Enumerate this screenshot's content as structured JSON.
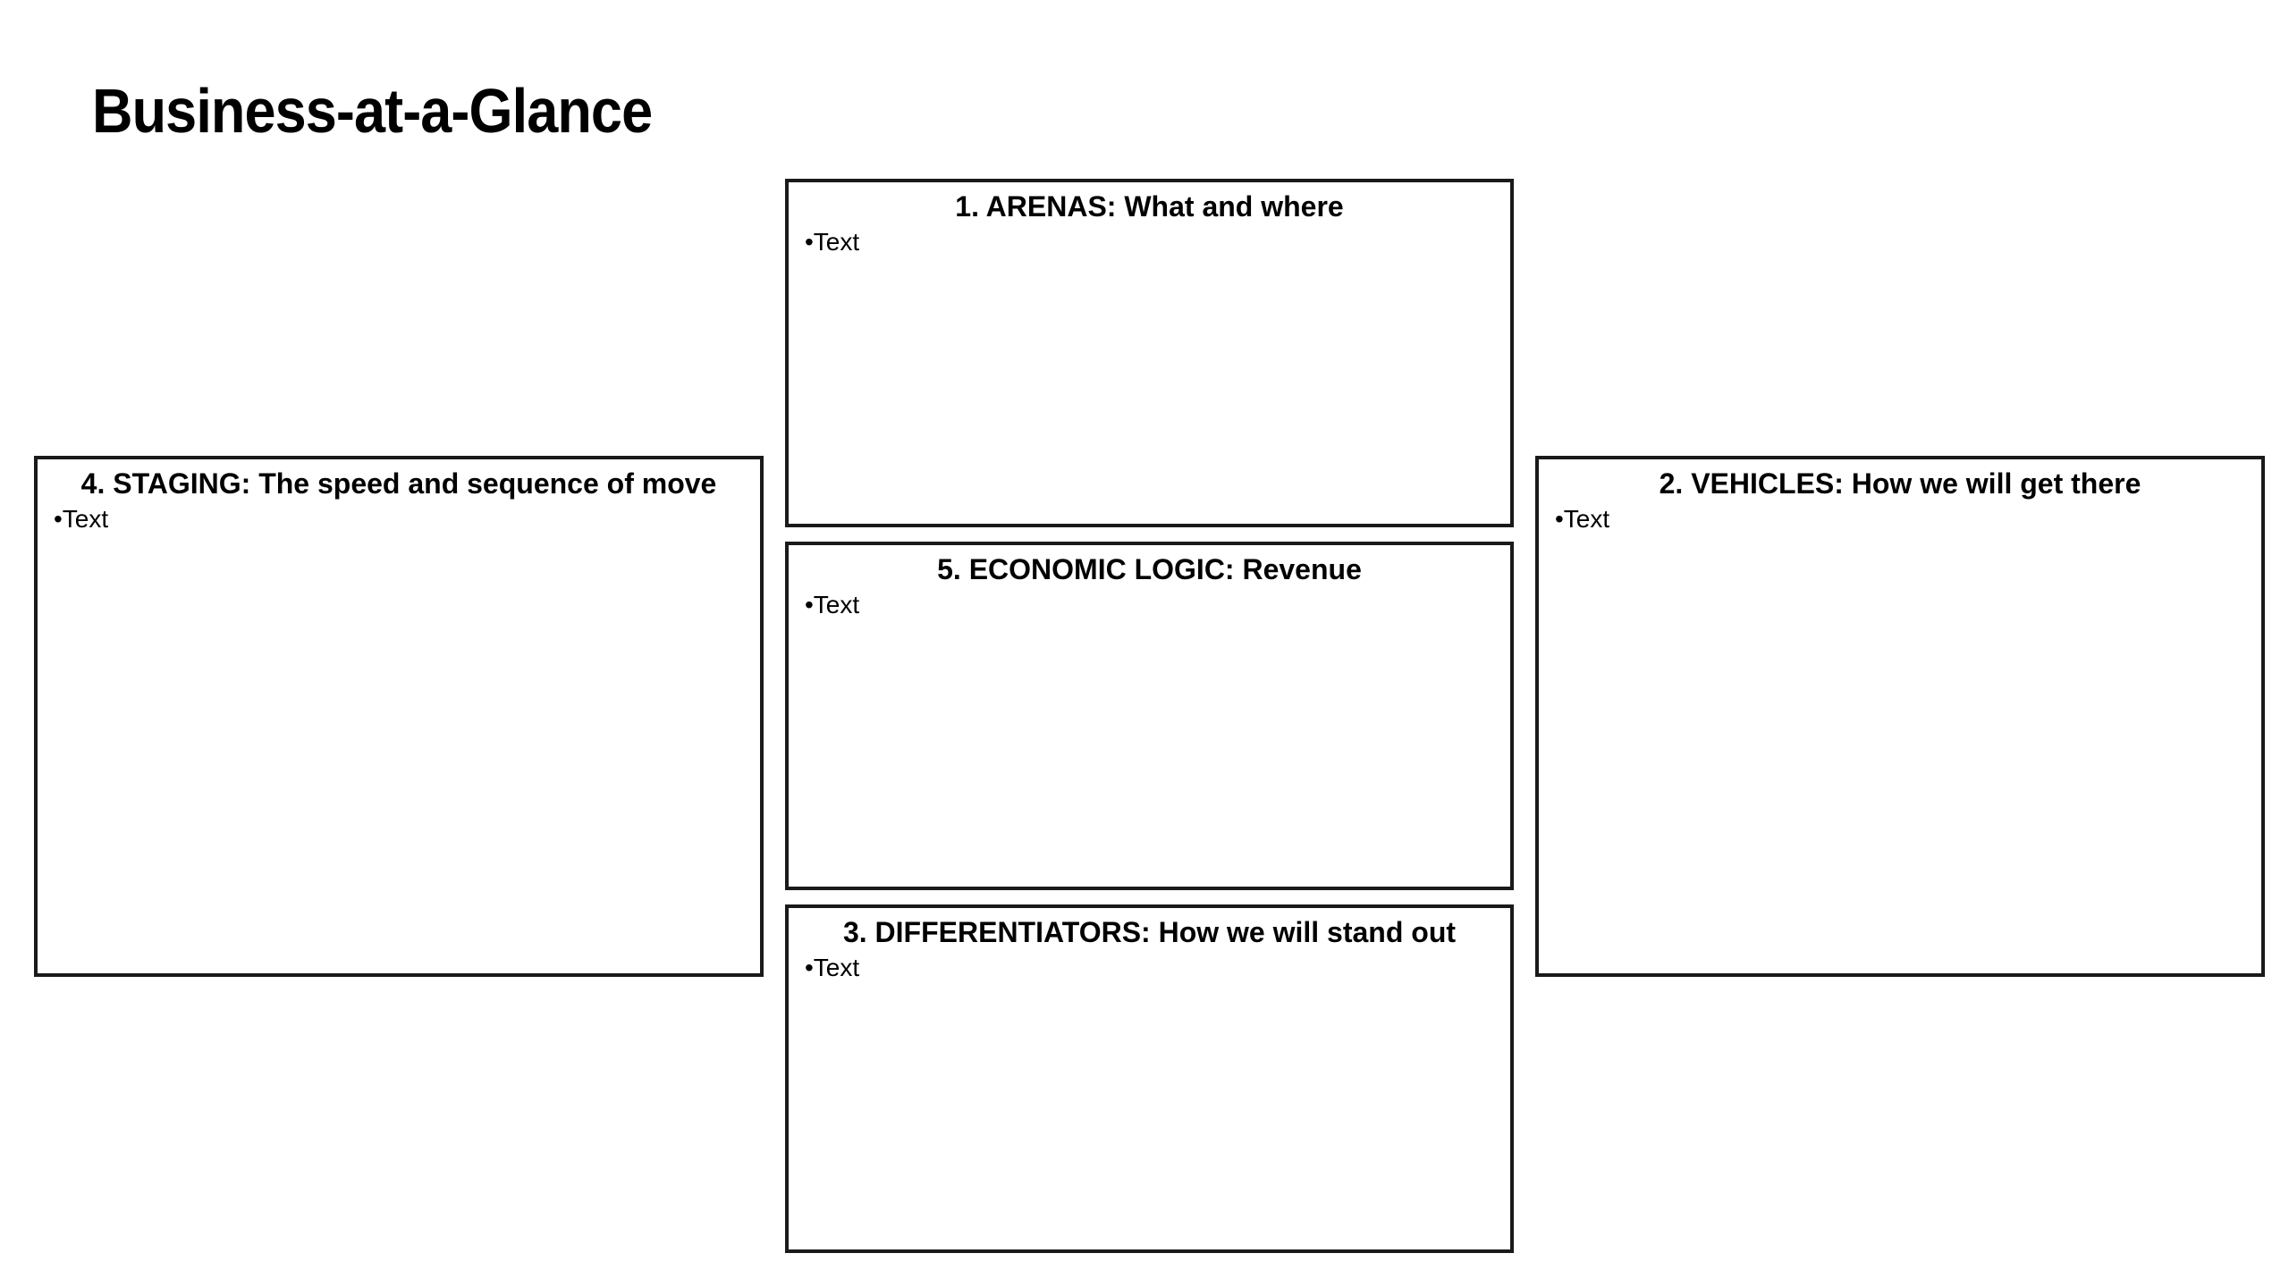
{
  "title": "Business-at-a-Glance",
  "boxes": {
    "arenas": {
      "heading": "1. ARENAS: What and where",
      "bullet": "•Text"
    },
    "vehicles": {
      "heading": "2. VEHICLES: How we will get there",
      "bullet": "•Text"
    },
    "differentiators": {
      "heading": "3. DIFFERENTIATORS: How we will stand out",
      "bullet": "•Text"
    },
    "staging": {
      "heading": "4. STAGING: The speed and sequence of move",
      "bullet": "•Text"
    },
    "economic_logic": {
      "heading": "5. ECONOMIC LOGIC: Revenue",
      "bullet": "•Text"
    }
  }
}
